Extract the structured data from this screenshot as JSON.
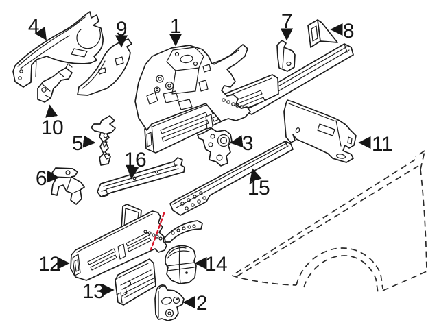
{
  "figure": {
    "type": "vehicle-structural-components-parts-diagram",
    "background": "#ffffff",
    "line_color": "#1c1c1c",
    "accent_color": "#d8182b"
  },
  "callouts": [
    {
      "label": "1",
      "part": "apron-wheelhouse-assembly"
    },
    {
      "label": "2",
      "part": "support-bracket"
    },
    {
      "label": "3",
      "part": "mount-bracket"
    },
    {
      "label": "4",
      "part": "fender-apron-panel"
    },
    {
      "label": "5",
      "part": "bracket"
    },
    {
      "label": "6",
      "part": "bracket"
    },
    {
      "label": "7",
      "part": "bracket"
    },
    {
      "label": "8",
      "part": "gusset-bracket"
    },
    {
      "label": "9",
      "part": "apron-extension-panel"
    },
    {
      "label": "10",
      "part": "bracket-arm"
    },
    {
      "label": "11",
      "part": "splash-shield-panel"
    },
    {
      "label": "12",
      "part": "sill-rail"
    },
    {
      "label": "13",
      "part": "reinforcement-block"
    },
    {
      "label": "14",
      "part": "spacer-block"
    },
    {
      "label": "15",
      "part": "rocker-rail"
    },
    {
      "label": "16",
      "part": "cross-rail"
    }
  ]
}
